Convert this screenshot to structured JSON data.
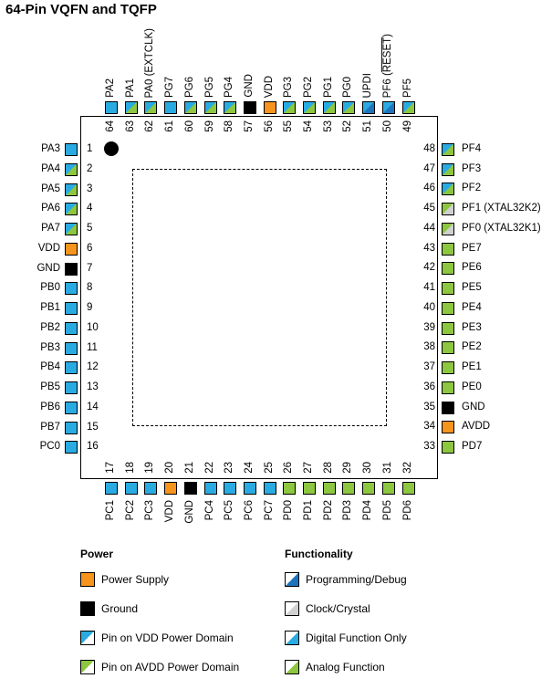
{
  "title": "64-Pin VQFN and TQFP",
  "colors": {
    "power": "#f7941d",
    "ground": "#000000",
    "vdd_domain": "#29abe2",
    "avdd_domain": "#8dc63f",
    "programming": "#1c75bc",
    "clock": "#d0d0d0",
    "digital": "#29abe2",
    "analog": "#8dc63f"
  },
  "pins": {
    "left": [
      {
        "n": "1",
        "label": "PA3",
        "type": "vdd-digital"
      },
      {
        "n": "2",
        "label": "PA4",
        "type": "vdd-analog"
      },
      {
        "n": "3",
        "label": "PA5",
        "type": "vdd-analog"
      },
      {
        "n": "4",
        "label": "PA6",
        "type": "vdd-analog"
      },
      {
        "n": "5",
        "label": "PA7",
        "type": "vdd-analog"
      },
      {
        "n": "6",
        "label": "VDD",
        "type": "power"
      },
      {
        "n": "7",
        "label": "GND",
        "type": "ground"
      },
      {
        "n": "8",
        "label": "PB0",
        "type": "vdd-digital"
      },
      {
        "n": "9",
        "label": "PB1",
        "type": "vdd-digital"
      },
      {
        "n": "10",
        "label": "PB2",
        "type": "vdd-digital"
      },
      {
        "n": "11",
        "label": "PB3",
        "type": "vdd-digital"
      },
      {
        "n": "12",
        "label": "PB4",
        "type": "vdd-digital"
      },
      {
        "n": "13",
        "label": "PB5",
        "type": "vdd-digital"
      },
      {
        "n": "14",
        "label": "PB6",
        "type": "vdd-digital"
      },
      {
        "n": "15",
        "label": "PB7",
        "type": "vdd-digital"
      },
      {
        "n": "16",
        "label": "PC0",
        "type": "vdd-digital"
      }
    ],
    "bottom": [
      {
        "n": "17",
        "label": "PC1",
        "type": "vdd-digital"
      },
      {
        "n": "18",
        "label": "PC2",
        "type": "vdd-digital"
      },
      {
        "n": "19",
        "label": "PC3",
        "type": "vdd-digital"
      },
      {
        "n": "20",
        "label": "VDD",
        "type": "power"
      },
      {
        "n": "21",
        "label": "GND",
        "type": "ground"
      },
      {
        "n": "22",
        "label": "PC4",
        "type": "vdd-digital"
      },
      {
        "n": "23",
        "label": "PC5",
        "type": "vdd-digital"
      },
      {
        "n": "24",
        "label": "PC6",
        "type": "vdd-digital"
      },
      {
        "n": "25",
        "label": "PC7",
        "type": "vdd-digital"
      },
      {
        "n": "26",
        "label": "PD0",
        "type": "avdd-analog"
      },
      {
        "n": "27",
        "label": "PD1",
        "type": "avdd-analog"
      },
      {
        "n": "28",
        "label": "PD2",
        "type": "avdd-analog"
      },
      {
        "n": "29",
        "label": "PD3",
        "type": "avdd-analog"
      },
      {
        "n": "30",
        "label": "PD4",
        "type": "avdd-analog"
      },
      {
        "n": "31",
        "label": "PD5",
        "type": "avdd-analog"
      },
      {
        "n": "32",
        "label": "PD6",
        "type": "avdd-analog"
      }
    ],
    "right": [
      {
        "n": "33",
        "label": "PD7",
        "type": "avdd-analog"
      },
      {
        "n": "34",
        "label": "AVDD",
        "type": "power"
      },
      {
        "n": "35",
        "label": "GND",
        "type": "ground"
      },
      {
        "n": "36",
        "label": "PE0",
        "type": "avdd-analog"
      },
      {
        "n": "37",
        "label": "PE1",
        "type": "avdd-analog"
      },
      {
        "n": "38",
        "label": "PE2",
        "type": "avdd-analog"
      },
      {
        "n": "39",
        "label": "PE3",
        "type": "avdd-analog"
      },
      {
        "n": "40",
        "label": "PE4",
        "type": "avdd-analog"
      },
      {
        "n": "41",
        "label": "PE5",
        "type": "avdd-analog"
      },
      {
        "n": "42",
        "label": "PE6",
        "type": "avdd-analog"
      },
      {
        "n": "43",
        "label": "PE7",
        "type": "avdd-analog"
      },
      {
        "n": "44",
        "label": "PF0 (XTAL32K1)",
        "type": "avdd-clock"
      },
      {
        "n": "45",
        "label": "PF1 (XTAL32K2)",
        "type": "avdd-clock"
      },
      {
        "n": "46",
        "label": "PF2",
        "type": "vdd-analog"
      },
      {
        "n": "47",
        "label": "PF3",
        "type": "vdd-analog"
      },
      {
        "n": "48",
        "label": "PF4",
        "type": "vdd-analog"
      }
    ],
    "top": [
      {
        "n": "64",
        "label": "PA2",
        "type": "vdd-digital"
      },
      {
        "n": "63",
        "label": "PA1",
        "type": "vdd-analog"
      },
      {
        "n": "62",
        "label": "PA0 (EXTCLK)",
        "type": "vdd-analog"
      },
      {
        "n": "61",
        "label": "PG7",
        "type": "vdd-digital"
      },
      {
        "n": "60",
        "label": "PG6",
        "type": "vdd-analog"
      },
      {
        "n": "59",
        "label": "PG5",
        "type": "vdd-analog"
      },
      {
        "n": "58",
        "label": "PG4",
        "type": "vdd-analog"
      },
      {
        "n": "57",
        "label": "GND",
        "type": "ground"
      },
      {
        "n": "56",
        "label": "VDD",
        "type": "power"
      },
      {
        "n": "55",
        "label": "PG3",
        "type": "vdd-analog"
      },
      {
        "n": "54",
        "label": "PG2",
        "type": "vdd-analog"
      },
      {
        "n": "53",
        "label": "PG1",
        "type": "vdd-analog"
      },
      {
        "n": "52",
        "label": "PG0",
        "type": "vdd-analog"
      },
      {
        "n": "51",
        "label": "UPDI",
        "type": "vdd-prog"
      },
      {
        "n": "50",
        "label": "PF6",
        "label_overline": "RESET",
        "type": "vdd-prog"
      },
      {
        "n": "49",
        "label": "PF5",
        "type": "vdd-analog"
      }
    ]
  },
  "legend": {
    "power_heading": "Power",
    "power_items": [
      {
        "label": "Power Supply",
        "type": "power"
      },
      {
        "label": "Ground",
        "type": "ground"
      },
      {
        "label": "Pin on VDD Power Domain",
        "type": "vdd-plain"
      },
      {
        "label": "Pin on AVDD Power Domain",
        "type": "avdd-plain"
      }
    ],
    "func_heading": "Functionality",
    "func_items": [
      {
        "label": "Programming/Debug",
        "type": "func-prog"
      },
      {
        "label": "Clock/Crystal",
        "type": "func-clock"
      },
      {
        "label": "Digital Function Only",
        "type": "func-digital"
      },
      {
        "label": "Analog Function",
        "type": "func-analog"
      }
    ]
  }
}
